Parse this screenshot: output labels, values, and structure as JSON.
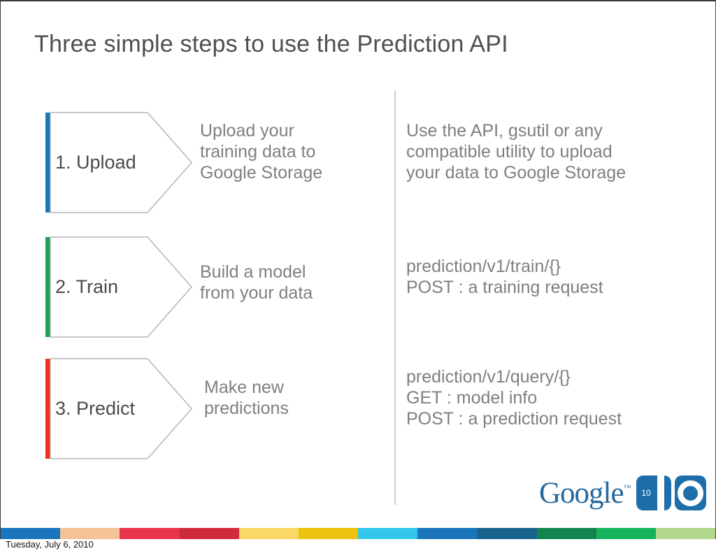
{
  "slide": {
    "title": "Three simple steps to use the Prediction API",
    "steps": [
      {
        "label": "1. Upload",
        "bar_color": "#1777bb",
        "description": "Upload your\ntraining data to\nGoogle Storage",
        "detail": "Use the API, gsutil or any\ncompatible utility to upload\nyour data to Google Storage"
      },
      {
        "label": "2. Train",
        "bar_color": "#1ca34f",
        "description": "Build a model\nfrom your data",
        "detail": "prediction/v1/train/{}\nPOST : a training request"
      },
      {
        "label": "3. Predict",
        "bar_color": "#f03115",
        "description": "Make new\npredictions",
        "detail": "prediction/v1/query/{}\nGET : model info\nPOST : a prediction request"
      }
    ]
  },
  "footer": {
    "logo": {
      "google_text": "Google",
      "trademark": "™",
      "year_badge": "10",
      "brand_color": "#1e6fa9"
    },
    "stripe_colors": [
      "#1b75bc",
      "#f4c296",
      "#e8354b",
      "#cf2b3f",
      "#fad664",
      "#edc20e",
      "#33c6ec",
      "#1b75bc",
      "#19648f",
      "#12854f",
      "#17b25c",
      "#b3d68d"
    ],
    "date": "Tuesday, July 6, 2010"
  }
}
